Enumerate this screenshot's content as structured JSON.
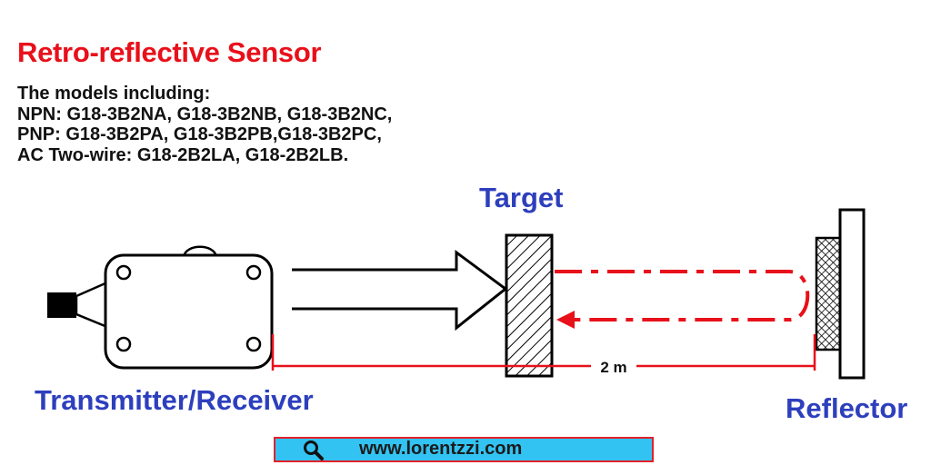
{
  "title": "Retro-reflective Sensor",
  "models": {
    "heading": "The models including:",
    "npn": "NPN: G18-3B2NA, G18-3B2NB, G18-3B2NC,",
    "pnp": "PNP: G18-3B2PA, G18-3B2PB,G18-3B2PC,",
    "ac": "AC Two-wire: G18-2B2LA, G18-2B2LB."
  },
  "labels": {
    "target": "Target",
    "transmitter_receiver": "Transmitter/Receiver",
    "reflector": "Reflector",
    "distance": "2 m"
  },
  "footer": {
    "url": "www.lorentzzi.com",
    "icon": "search-icon"
  },
  "colors": {
    "title": "#e8101a",
    "labels": "#2d3fbd",
    "beam": "#e8101a",
    "footer_bg": "#32c3f2",
    "footer_border": "#e2222a"
  }
}
